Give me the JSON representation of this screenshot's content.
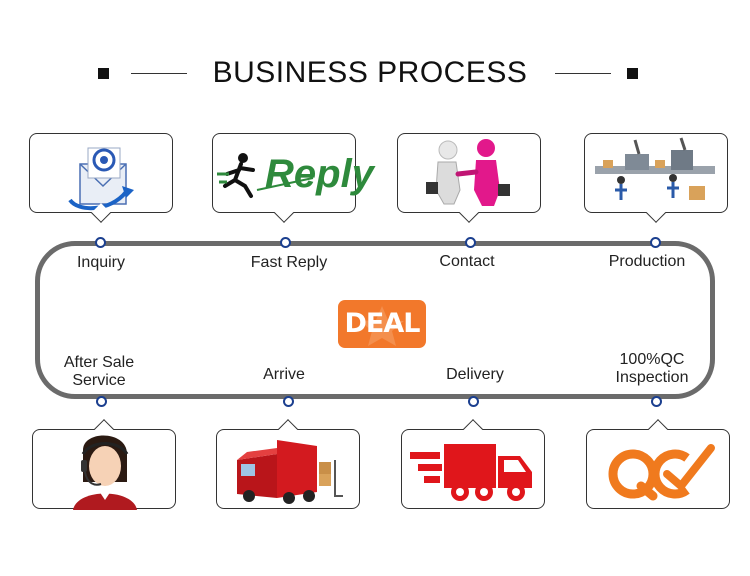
{
  "header": {
    "title": "BUSINESS PROCESS"
  },
  "center": {
    "label": "DEAL"
  },
  "top_steps": [
    {
      "label": "Inquiry",
      "icon": "email-envelope-icon"
    },
    {
      "label": "Fast Reply",
      "icon": "reply-logo-icon"
    },
    {
      "label": "Contact",
      "icon": "handshake-icon"
    },
    {
      "label": "Production",
      "icon": "assembly-line-icon"
    }
  ],
  "bottom_steps": [
    {
      "label_line1": "After Sale",
      "label_line2": "Service",
      "icon": "customer-service-icon"
    },
    {
      "label_line1": "Arrive",
      "label_line2": "",
      "icon": "red-truck-icon"
    },
    {
      "label_line1": "Delivery",
      "label_line2": "",
      "icon": "fast-delivery-truck-icon"
    },
    {
      "label_line1": "100%QC",
      "label_line2": "Inspection",
      "icon": "qc-logo-icon"
    }
  ],
  "reply_logo_text": "Reply",
  "colors": {
    "loop": "#6b6b6b",
    "node": "#1b3f8f",
    "deal": "#f2782b",
    "truck": "#e0161b",
    "qc": "#f07a1e"
  }
}
